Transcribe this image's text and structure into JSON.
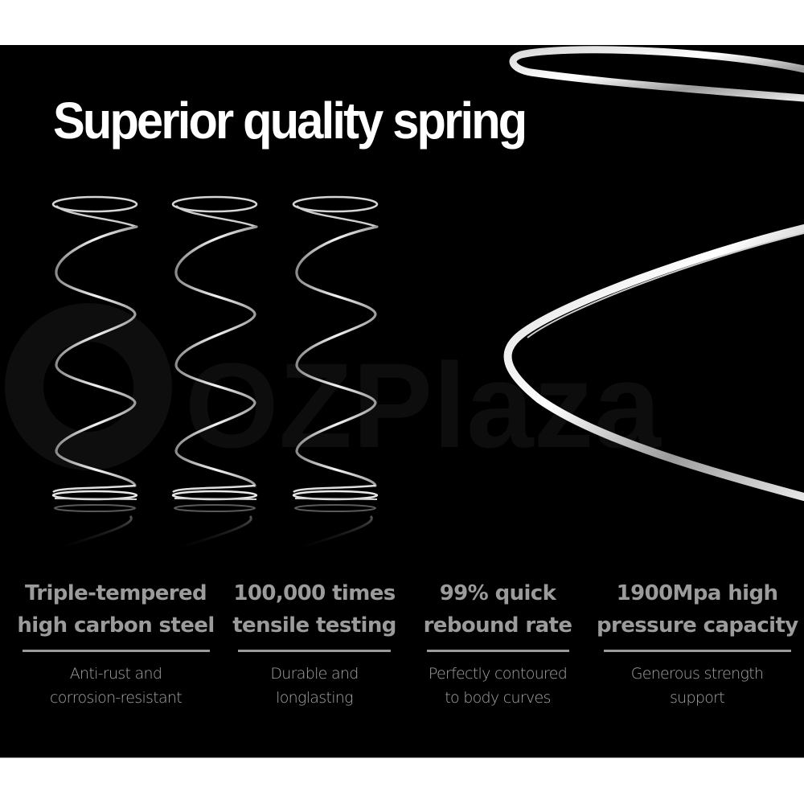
{
  "banner": {
    "title": "Superior quality spring",
    "watermark": "OZPlaza",
    "colors": {
      "background": "#000000",
      "page_margin": "#ffffff",
      "title": "#ffffff",
      "heading": "#9b9b9b",
      "description": "#a5a5a5",
      "divider": "#9a9a9a"
    },
    "springs": {
      "count": 3,
      "icon": "coil-spring-icon"
    },
    "features": [
      {
        "heading_line1": "Triple-tempered",
        "heading_line2": "high carbon steel",
        "desc_line1": "Anti-rust and",
        "desc_line2": "corrosion-resistant"
      },
      {
        "heading_line1": "100,000 times",
        "heading_line2": "tensile testing",
        "desc_line1": "Durable and",
        "desc_line2": "longlasting"
      },
      {
        "heading_line1": "99% quick",
        "heading_line2": "rebound rate",
        "desc_line1": "Perfectly contoured",
        "desc_line2": "to body curves"
      },
      {
        "heading_line1": "1900Mpa high",
        "heading_line2": "pressure capacity",
        "desc_line1": "Generous strength",
        "desc_line2": "support"
      }
    ]
  }
}
